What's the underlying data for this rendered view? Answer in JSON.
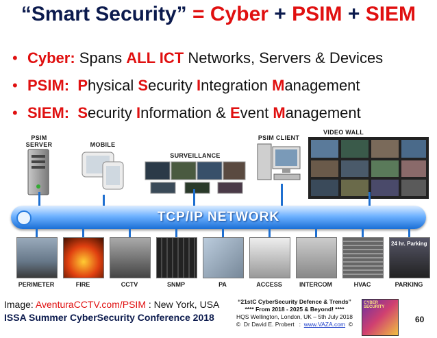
{
  "title": {
    "part1": "“Smart Security”",
    "eq": " = ",
    "part2": "Cyber",
    "plus1": " + ",
    "part3": "PSIM",
    "plus2": " + ",
    "part4": "SIEM"
  },
  "bullets": [
    {
      "label": "Cyber:",
      "segments": [
        " Spans ",
        "ALL ICT",
        " Networks, Servers & Devices"
      ]
    },
    {
      "label": "PSIM:",
      "segments": [
        "  ",
        "P",
        "hysical ",
        "S",
        "ecurity ",
        "I",
        "ntegration ",
        "M",
        "anagement"
      ]
    },
    {
      "label": "SIEM:",
      "segments": [
        "  ",
        "S",
        "ecurity ",
        "I",
        "nformation & ",
        "E",
        "vent ",
        "M",
        "anagement"
      ]
    }
  ],
  "bullet_symbol": "•",
  "diagram": {
    "network_label": "TCP/IP NETWORK",
    "top_nodes": [
      "PSIM SERVER",
      "MOBILE",
      "SURVEILLANCE",
      "PSIM CLIENT",
      "VIDEO WALL"
    ],
    "bottom_nodes": [
      "PERIMETER",
      "FIRE",
      "CCTV",
      "SNMP",
      "PA",
      "ACCESS",
      "INTERCOM",
      "HVAC",
      "PARKING"
    ],
    "parking_sign": "24 hr. Parking",
    "network_color": "#1a6fd6"
  },
  "footer": {
    "image_prefix": "Image: ",
    "image_source": "AventuraCCTV.com/PSIM",
    "image_suffix": " : New York, USA",
    "conference": "ISSA Summer CyberSecurity Conference 2018",
    "line1": "“21stC CyberSecurity Defence & Trends”",
    "line2": "**** From 2018 - 2025 & Beyond! ****",
    "line3": "HQS Wellington, London, UK  –  5th July 2018",
    "line4_prefix": "©  Dr David E. Probert   :  ",
    "line4_link": "www.VAZA.com",
    "line4_suffix": "  ©",
    "logo_text": "CYBER SECURITY",
    "page_number": "60"
  },
  "colors": {
    "accent_red": "#e01010",
    "navy": "#0b1a4d",
    "network_blue": "#1a6fd6"
  }
}
